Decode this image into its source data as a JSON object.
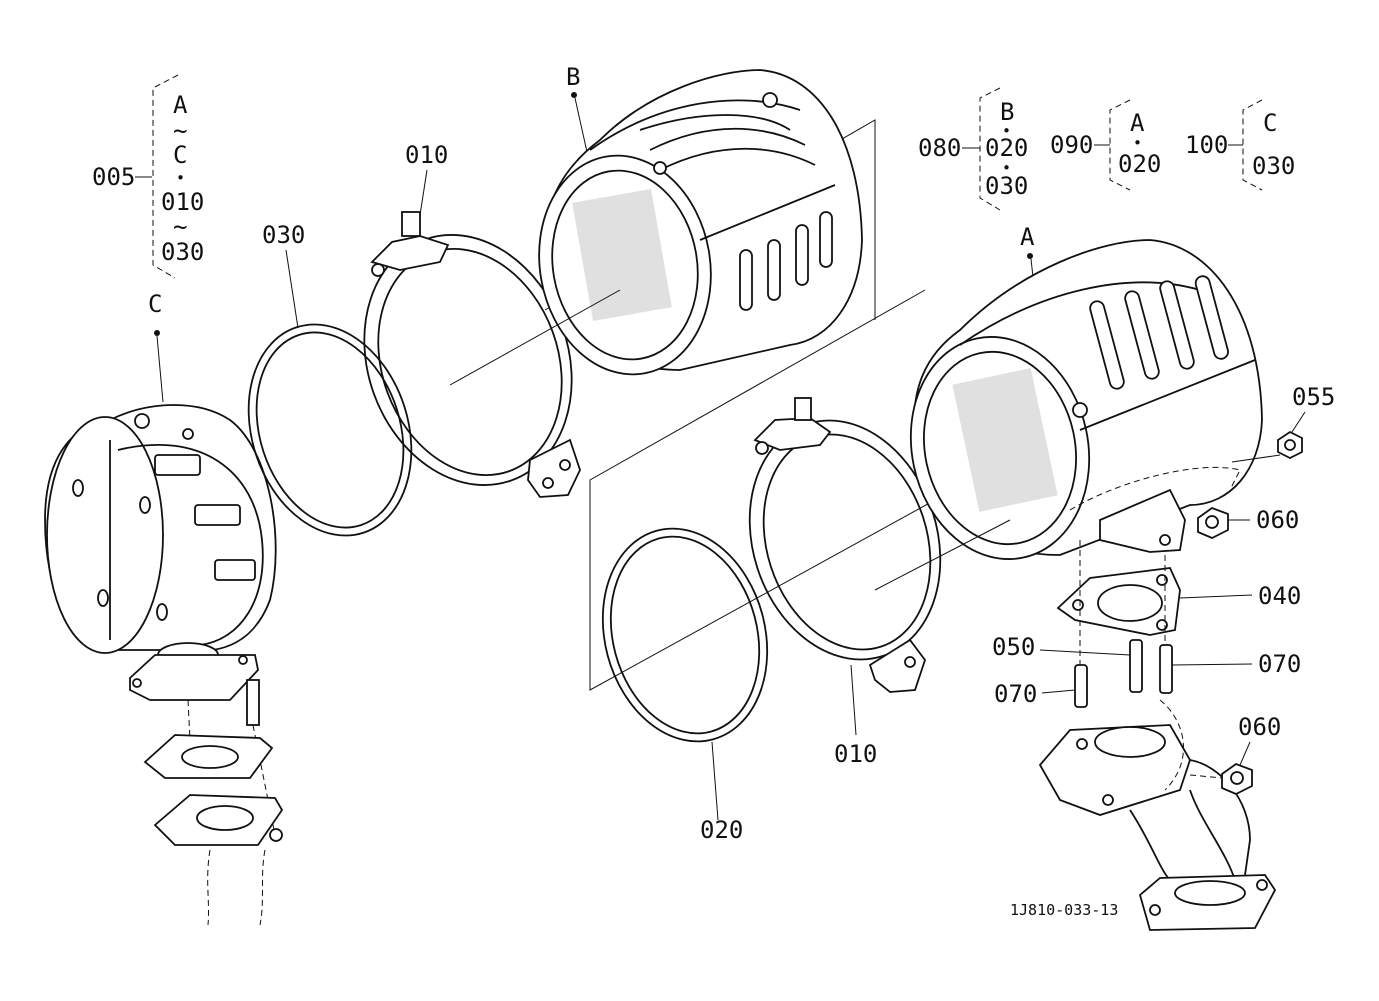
{
  "labels": {
    "l005": "005",
    "l010a": "010",
    "l010b": "010",
    "l020": "020",
    "l030": "030",
    "l040": "040",
    "l050": "050",
    "l055": "055",
    "l060a": "060",
    "l060b": "060",
    "l070a": "070",
    "l070b": "070",
    "l080": "080",
    "l090": "090",
    "l100": "100",
    "lA": "A",
    "lB": "B",
    "lC": "C"
  },
  "brackets": {
    "b005": {
      "a": "A",
      "tilde1": "~",
      "c": "C",
      "dot": "•",
      "n010": "010",
      "tilde2": "~",
      "n030": "030"
    },
    "b080": {
      "b": "B",
      "dot1": "•",
      "n020": "020",
      "dot2": "•",
      "n030": "030"
    },
    "b090": {
      "a": "A",
      "dot": "•",
      "n020": "020"
    },
    "b100": {
      "c": "C",
      "n030": "030"
    }
  },
  "drawing_id": "1J810-033-13"
}
